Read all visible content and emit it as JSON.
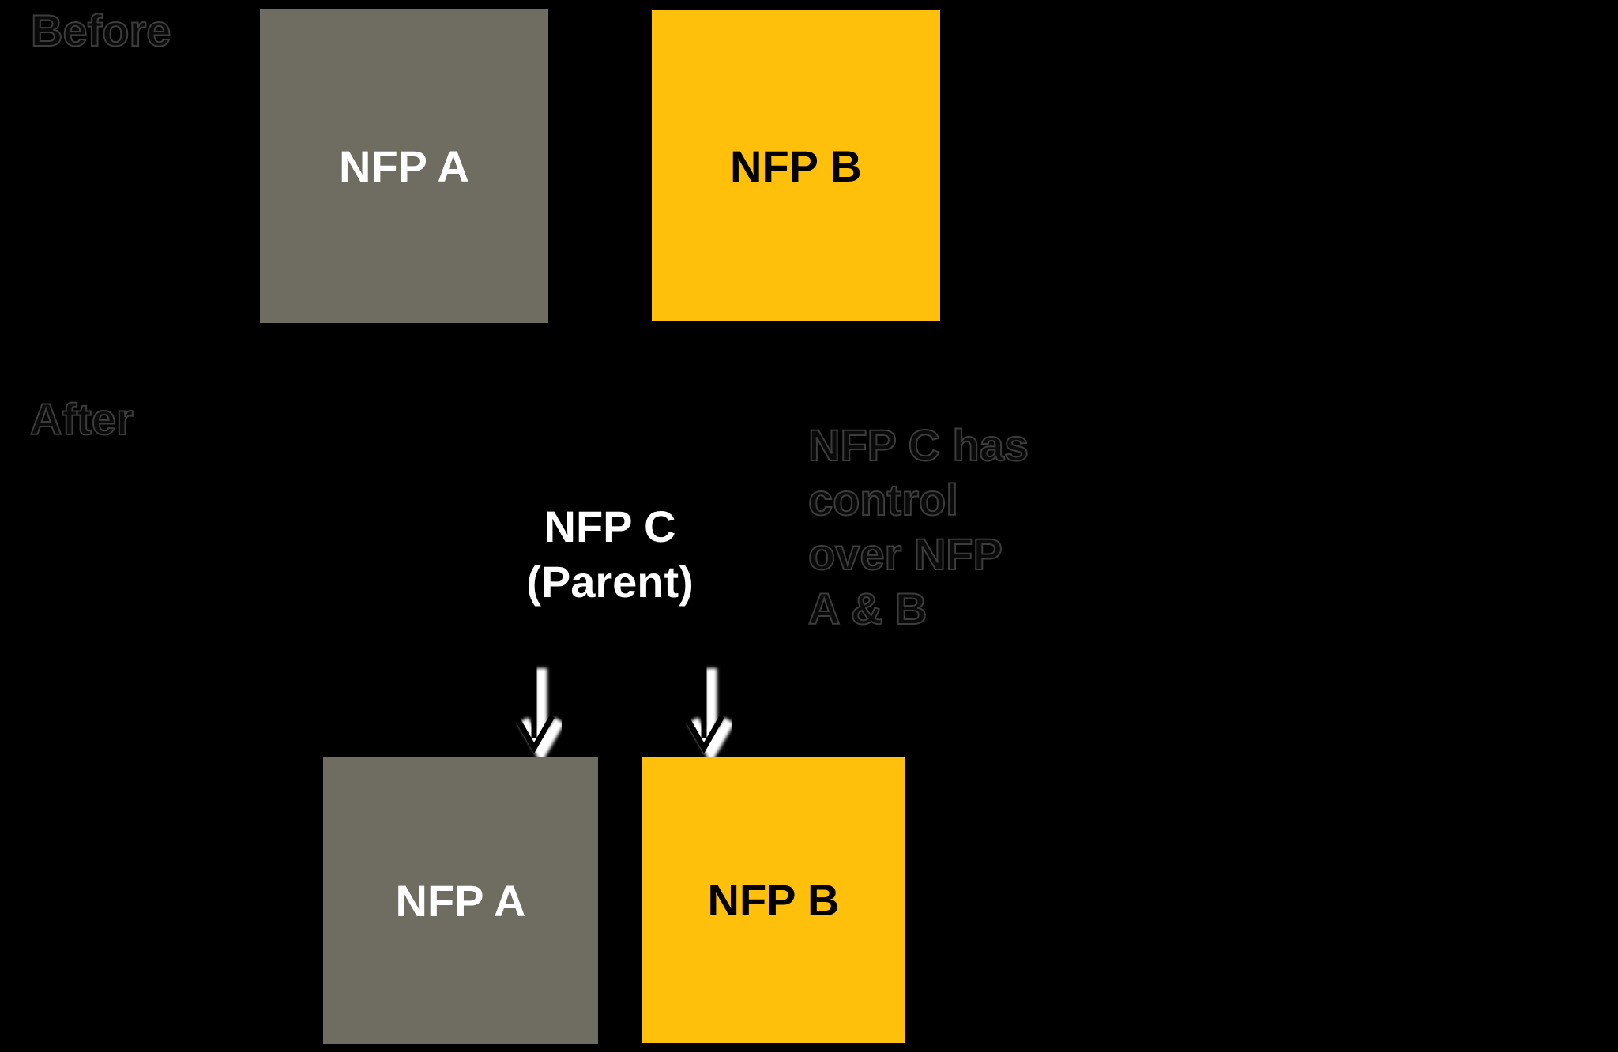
{
  "canvas": {
    "background_color": "#000000"
  },
  "colors": {
    "nfp_a_fill": "#6F6C62",
    "nfp_b_fill": "#FFC00B",
    "nfp_a_label_color": "#FFFFFF",
    "nfp_b_label_color": "#000000",
    "parent_label_color": "#FFFFFF",
    "outlined_text_fill": "#0A0A0A",
    "outlined_text_edge": "#3C3C3C",
    "arrow_glow": "#FFFFFF",
    "arrow_stroke": "#000000"
  },
  "before_section": {
    "label": "Before",
    "nfp_a_label": "NFP A",
    "nfp_b_label": "NFP B"
  },
  "after_section": {
    "label": "After",
    "parent_line1": "NFP C",
    "parent_line2": "(Parent)",
    "annotation_line1": "NFP C has",
    "annotation_line2": "control",
    "annotation_line3": "over NFP",
    "annotation_line4": "A & B",
    "nfp_a_label": "NFP A",
    "nfp_b_label": "NFP B"
  },
  "icons": {
    "down_arrow": "down-arrow"
  }
}
